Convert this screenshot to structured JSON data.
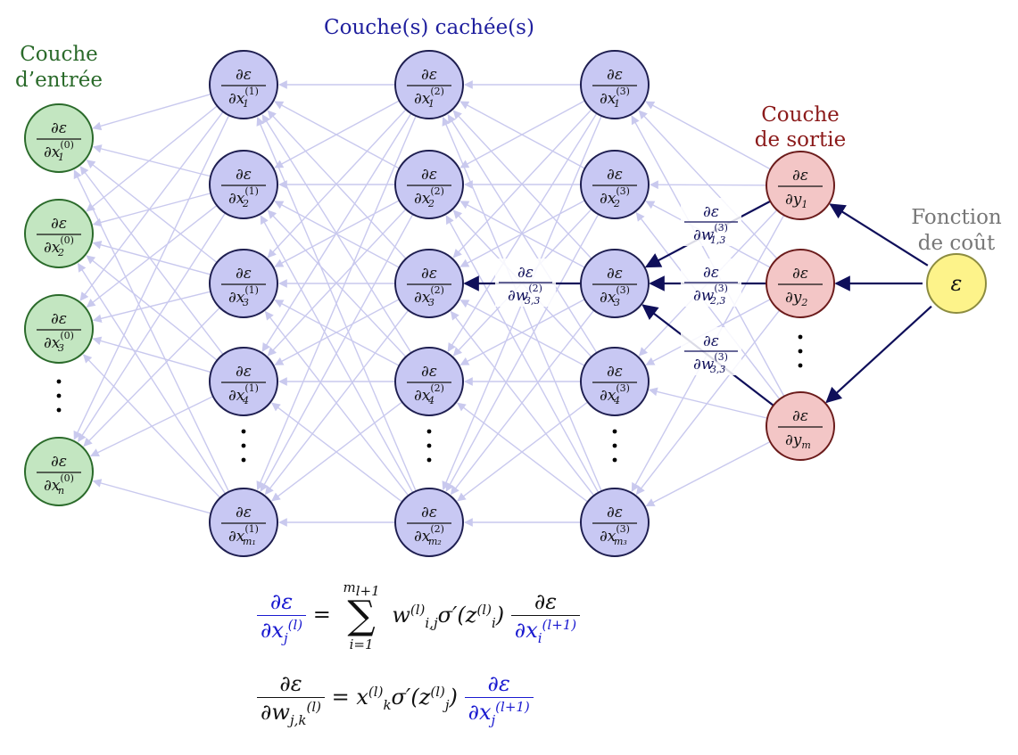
{
  "titles": {
    "input": [
      "Couche",
      "d’entrée"
    ],
    "hidden": "Couche(s) cachée(s)",
    "output": [
      "Couche",
      "de sortie"
    ],
    "cost": [
      "Fonction",
      "de coût"
    ]
  },
  "colors": {
    "input_fill": "#c3e6c1",
    "input_stroke": "#2a6a2a",
    "input_title": "#2a6a2a",
    "hidden_fill": "#c8c8f3",
    "hidden_stroke": "#1e1e50",
    "hidden_title": "#1f1f9e",
    "output_fill": "#f3c6c6",
    "output_stroke": "#6b1b1b",
    "output_title": "#8b1a1a",
    "cost_fill": "#fdf38a",
    "cost_stroke": "#8c8c40",
    "cost_title": "#777777",
    "edge_light": "#c9c9ee",
    "edge_dark": "#0f0f5a"
  },
  "node_label": {
    "numerator": "∂ε",
    "partial": "∂"
  },
  "input_nodes": [
    {
      "var": "x",
      "sup": "(0)",
      "sub": "1"
    },
    {
      "var": "x",
      "sup": "(0)",
      "sub": "2"
    },
    {
      "var": "x",
      "sup": "(0)",
      "sub": "3"
    },
    {
      "var": "x",
      "sup": "(0)",
      "sub": "n"
    }
  ],
  "hidden_layers": [
    [
      {
        "var": "x",
        "sup": "(1)",
        "sub": "1"
      },
      {
        "var": "x",
        "sup": "(1)",
        "sub": "2"
      },
      {
        "var": "x",
        "sup": "(1)",
        "sub": "3"
      },
      {
        "var": "x",
        "sup": "(1)",
        "sub": "4"
      },
      {
        "var": "x",
        "sup": "(1)",
        "sub": "m₁"
      }
    ],
    [
      {
        "var": "x",
        "sup": "(2)",
        "sub": "1"
      },
      {
        "var": "x",
        "sup": "(2)",
        "sub": "2"
      },
      {
        "var": "x",
        "sup": "(2)",
        "sub": "3"
      },
      {
        "var": "x",
        "sup": "(2)",
        "sub": "4"
      },
      {
        "var": "x",
        "sup": "(2)",
        "sub": "m₂"
      }
    ],
    [
      {
        "var": "x",
        "sup": "(3)",
        "sub": "1"
      },
      {
        "var": "x",
        "sup": "(3)",
        "sub": "2"
      },
      {
        "var": "x",
        "sup": "(3)",
        "sub": "3"
      },
      {
        "var": "x",
        "sup": "(3)",
        "sub": "4"
      },
      {
        "var": "x",
        "sup": "(3)",
        "sub": "m₃"
      }
    ]
  ],
  "output_nodes": [
    {
      "var": "y",
      "sup": "",
      "sub": "1"
    },
    {
      "var": "y",
      "sup": "",
      "sub": "2"
    },
    {
      "var": "y",
      "sup": "",
      "sub": "m"
    }
  ],
  "cost_node": "ε",
  "weight_labels": [
    {
      "sup": "(3)",
      "sub": "1,3"
    },
    {
      "sup": "(3)",
      "sub": "2,3"
    },
    {
      "sup": "(3)",
      "sub": "3,3"
    },
    {
      "sup": "(2)",
      "sub": "3,3"
    }
  ],
  "formulas": {
    "f1": {
      "lhs_num": "∂ε",
      "lhs_den": "∂x",
      "lhs_sub": "j",
      "lhs_sup": "(l)",
      "eq": "=",
      "sum_top": "m",
      "sum_top_sub": "l+1",
      "sum_bot": "i=1",
      "sigma": "∑",
      "w": "w",
      "w_sup": "(l)",
      "w_sub": "i,j",
      "act": "σ′(z",
      "act_sup": "(l)",
      "act_sub": "i",
      "act_close": ")",
      "rhs_num": "∂ε",
      "rhs_den": "∂x",
      "rhs_sub": "i",
      "rhs_sup": "(l+1)"
    },
    "f2": {
      "lhs_num": "∂ε",
      "lhs_den": "∂w",
      "lhs_sub": "j,k",
      "lhs_sup": "(l)",
      "eq": "=",
      "x": "x",
      "x_sup": "(l)",
      "x_sub": "k",
      "act": "σ′(z",
      "act_sup": "(l)",
      "act_sub": "j",
      "act_close": ")",
      "rhs_num": "∂ε",
      "rhs_den": "∂x",
      "rhs_sub": "j",
      "rhs_sup": "(l+1)"
    }
  }
}
